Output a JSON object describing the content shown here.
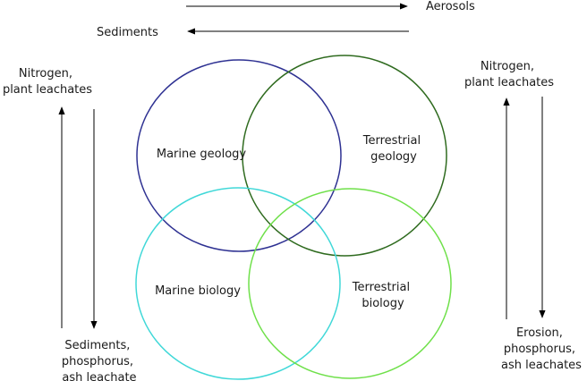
{
  "top_flows": {
    "aerosols": "Aerosols",
    "sediments": "Sediments"
  },
  "left_flows": {
    "up_label": [
      "Nitrogen,",
      "plant leachates"
    ],
    "down_label": [
      "Sediments,",
      "phosphorus,",
      "ash leachate"
    ]
  },
  "right_flows": {
    "up_label": [
      "Nitrogen,",
      "plant leachates"
    ],
    "down_label": [
      "Erosion,",
      "phosphorus,",
      "ash leachates"
    ]
  },
  "circles": {
    "marine_geology": {
      "label": [
        "Marine geology"
      ],
      "color": "#2e3192"
    },
    "terrestrial_geology": {
      "label": [
        "Terrestrial",
        "geology"
      ],
      "color": "#2f6b1f"
    },
    "marine_biology": {
      "label": [
        "Marine biology"
      ],
      "color": "#40d8d8"
    },
    "terrestrial_biology": {
      "label": [
        "Terrestrial",
        "biology"
      ],
      "color": "#6fe04a"
    }
  },
  "arrow_color": "#000000"
}
